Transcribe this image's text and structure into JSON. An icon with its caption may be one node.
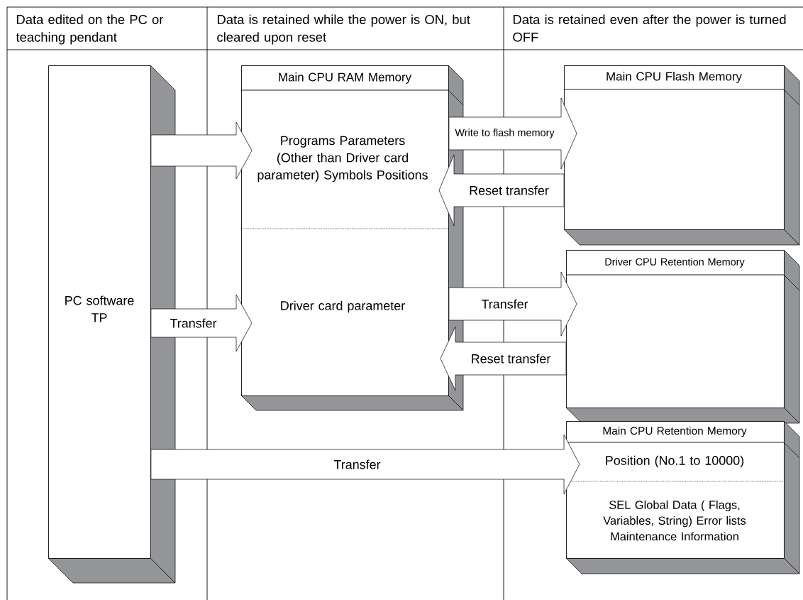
{
  "diagram": {
    "nodes": [
      {
        "text": [
          "PC software TP"
        ]
      },
      {
        "text": [
          "Main CPU RAM Memory",
          "Programs Parameters (Other than Driver card parameter) Symbols Positions",
          "Driver card parameter"
        ]
      },
      {
        "text": [
          "Main CPU Flash Memory"
        ]
      },
      {
        "text": [
          "Driver CPU Retention Memory"
        ]
      },
      {
        "text": [
          "Main CPU Retention Memory",
          "Position (No.1 to 10000)",
          "SEL Global Data ( Flags, Variables, String) Error lists Maintenance Information"
        ]
      }
    ],
    "edges": [
      {
        "from": 0,
        "to": 1,
        "arrow": "to"
      },
      {
        "from": 0,
        "to": 1,
        "arrow": "to",
        "label": "Transfer"
      },
      {
        "from": 1,
        "to": 2,
        "arrow": "to",
        "label": "Write to flash memory"
      },
      {
        "from": 2,
        "to": 1,
        "arrow": "to",
        "label": "Reset transfer"
      },
      {
        "from": 1,
        "to": 3,
        "arrow": "to",
        "label": "Transfer"
      },
      {
        "from": 3,
        "to": 1,
        "arrow": "to",
        "label": "Reset transfer"
      },
      {
        "from": 0,
        "to": 4,
        "arrow": "to",
        "label": "Transfer"
      }
    ],
    "labels": [
      "Data edited on the PC or teaching pendant",
      "Data is retained while the power is ON, but cleared upon reset",
      "Data is retained even after the power is turned OFF"
    ]
  }
}
